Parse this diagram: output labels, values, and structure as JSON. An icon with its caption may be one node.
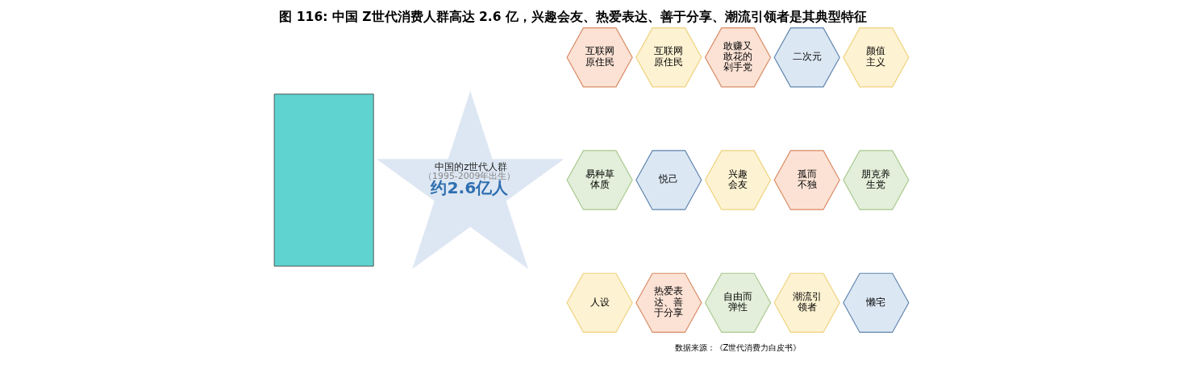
{
  "diagram": {
    "title": "图 116: 中国 Z世代消费人群高达 2.6 亿，兴趣会友、热爱表达、善于分享、潮流引领者是其典型特征",
    "nodes": [
      {
        "text": [],
        "shape": "box"
      },
      {
        "text": [
          "中国的z世代人群",
          "（1995-2009年出生）",
          "约2.6亿人"
        ]
      },
      {
        "text": [
          "互联网原住民"
        ]
      },
      {
        "text": [
          "互联网原住民"
        ]
      },
      {
        "text": [
          "敢赚又敢花的剁手党"
        ]
      },
      {
        "text": [
          "二次元"
        ]
      },
      {
        "text": [
          "颜值主义"
        ]
      },
      {
        "text": [
          "易种草体质"
        ]
      },
      {
        "text": [
          "悦己"
        ]
      },
      {
        "text": [
          "兴趣会友"
        ]
      },
      {
        "text": [
          "孤而不独"
        ]
      },
      {
        "text": [
          "朋克养生党"
        ]
      },
      {
        "text": [
          "人设"
        ]
      },
      {
        "text": [
          "热爱表达、善于分享"
        ]
      },
      {
        "text": [
          "自由而弹性"
        ]
      },
      {
        "text": [
          "潮流引领者"
        ]
      },
      {
        "text": [
          "懒宅"
        ]
      }
    ],
    "edges": [],
    "labels": [
      "数据来源：《Z世代消费力白皮书》"
    ]
  }
}
